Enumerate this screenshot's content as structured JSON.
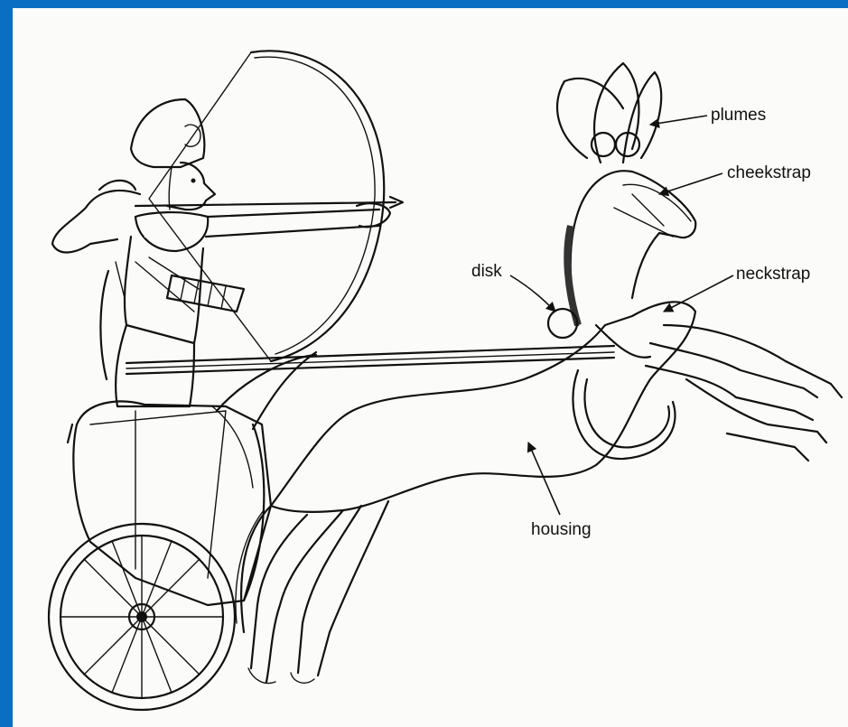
{
  "diagram": {
    "labels": {
      "plumes": "plumes",
      "cheekstrap": "cheekstrap",
      "disk": "disk",
      "neckstrap": "neckstrap",
      "housing": "housing"
    }
  }
}
